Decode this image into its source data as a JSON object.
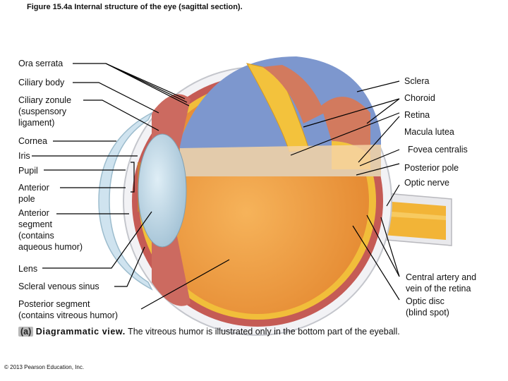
{
  "title": "Figure 15.4a  Internal structure of the eye (sagittal section).",
  "left_labels": {
    "ora_serrata": "Ora serrata",
    "ciliary_body": "Ciliary body",
    "ciliary_zonule": "Ciliary zonule\n(suspensory\nligament)",
    "cornea": "Cornea",
    "iris": "Iris",
    "pupil": "Pupil",
    "anterior_pole": "Anterior\npole",
    "anterior_segment": "Anterior\nsegment\n(contains\naqueous humor)",
    "lens": "Lens",
    "scleral_venous_sinus": "Scleral venous sinus",
    "posterior_segment": "Posterior segment\n(contains vitreous humor)"
  },
  "right_labels": {
    "sclera": "Sclera",
    "choroid": "Choroid",
    "retina": "Retina",
    "macula_lutea": "Macula lutea",
    "fovea_centralis": "Fovea centralis",
    "posterior_pole": "Posterior pole",
    "optic_nerve": "Optic nerve",
    "central_artery": "Central artery and\nvein of the retina",
    "optic_disc": "Optic disc\n(blind spot)"
  },
  "caption": {
    "tag": "(a)",
    "view": "Diagrammatic view.",
    "text": " The vitreous humor is illustrated only in the bottom part of the eyeball."
  },
  "copyright": "© 2013 Pearson Education, Inc.",
  "colors": {
    "sclera_white": "#f4f4f6",
    "cornea_blue": "#cfe3ef",
    "choroid_red": "#c8605a",
    "retina_yellow": "#f3c23c",
    "vitreous_orange": "#ee9a3c",
    "upper_chamber_blue": "#6a86c2",
    "lens_blue": "#bcd6e4",
    "leader_line": "#000000"
  }
}
